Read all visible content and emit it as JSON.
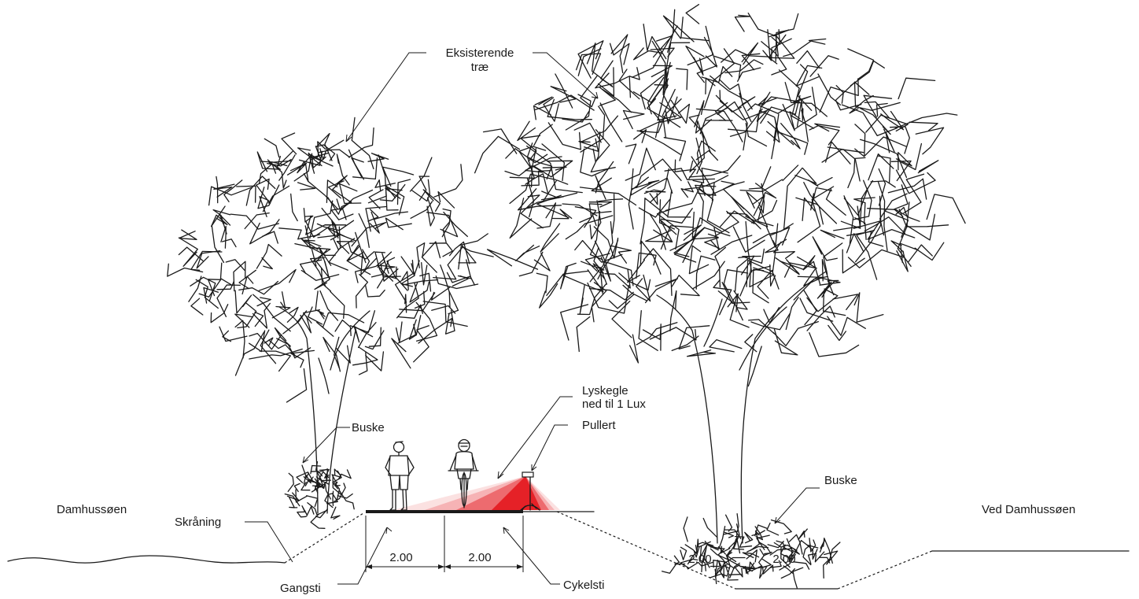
{
  "labels": {
    "tree_label_line1": "Eksisterende",
    "tree_label_line2": "træ",
    "light_label_line1": "Lyskegle",
    "light_label_line2": "ned til 1 Lux",
    "bollard_label": "Pullert",
    "shrub_left_label": "Buske",
    "shrub_right_label": "Buske",
    "lake_label": "Damhussøen",
    "slope_label": "Skråning",
    "street_label": "Ved Damhussøen",
    "footpath_label": "Gangsti",
    "cyclepath_label": "Cykelsti"
  },
  "dimensions": {
    "footpath_width": "2.00",
    "cyclepath_width": "2.00",
    "hedge_dim_1": "2.00",
    "hedge_dim_2": "2.00"
  },
  "colors": {
    "line": "#1a1a1a",
    "light_cone": "#e3141b"
  }
}
